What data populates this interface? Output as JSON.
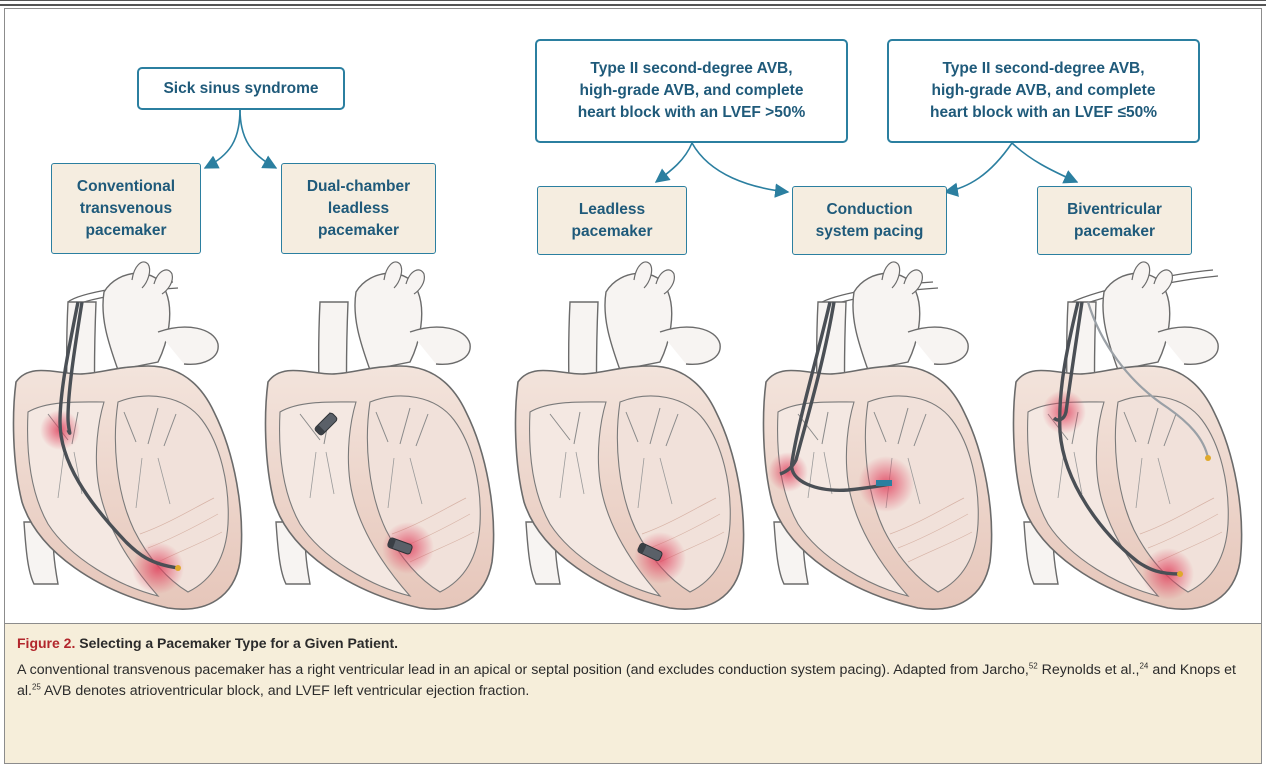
{
  "indications": {
    "sick_sinus": "Sick sinus syndrome",
    "avb_high_lvef": "Type II second-degree AVB,\nhigh-grade AVB, and complete\nheart block with an LVEF >50%",
    "avb_low_lvef": "Type II second-degree AVB,\nhigh-grade AVB, and complete\nheart block with an LVEF ≤50%"
  },
  "devices": {
    "conventional": "Conventional\ntransvenous\npacemaker",
    "dual_chamber_leadless": "Dual-chamber\nleadless\npacemaker",
    "leadless": "Leadless\npacemaker",
    "conduction_system": "Conduction\nsystem pacing",
    "biventricular": "Biventricular\npacemaker"
  },
  "caption": {
    "figure_number": "Figure 2.",
    "figure_title": "Selecting a Pacemaker Type for a Given Patient.",
    "text_1": "A conventional transvenous pacemaker has a right ventricular lead in an apical or septal position (and excludes conduction system pacing). Adapted from Jarcho,",
    "ref_1": "52",
    "text_2": " Reynolds et al.,",
    "ref_2": "24",
    "text_3": " and Knops et al.",
    "ref_3": "25",
    "text_4": " AVB denotes atrioventricular block, and LVEF left ventricular ejection fraction."
  },
  "colors": {
    "box_border": "#2b7fa0",
    "box_text": "#1f5a7a",
    "device_fill": "#f5ede0",
    "caption_bg": "#f6eeda",
    "figure_red": "#b2262c",
    "heart_outline": "#6b6b6b",
    "myocardium": "#ead3c9",
    "lead": "#4a4f55",
    "pacing_site": "#d9576a"
  },
  "icons": [
    "heart-illustration",
    "pacemaker-lead",
    "leadless-capsule",
    "flow-arrow"
  ]
}
